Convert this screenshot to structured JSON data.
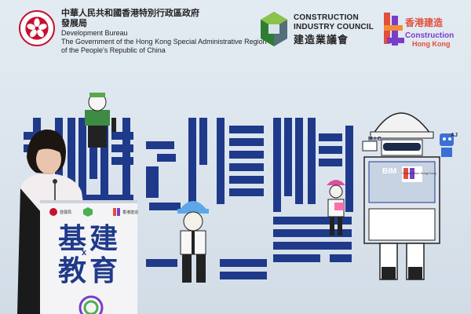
{
  "header": {
    "dev_bureau": {
      "zh_line1": "中華人民共和國香港特別行政區政府",
      "zh_line2": "發展局",
      "en_line1": "Development Bureau",
      "en_line2": "The Government of the Hong Kong Special Administrative Region",
      "en_line3": "of the People's Republic of China"
    },
    "cic": {
      "en_line1": "CONSTRUCTION",
      "en_line2": "INDUSTRY COUNCIL",
      "zh": "建造業議會"
    },
    "hk_construction": {
      "zh": "香港建造",
      "en_line1": "Construction",
      "en_line2": "Hong Kong"
    }
  },
  "artwork": {
    "bim_label": "BIM",
    "mic_label": "M.I.C",
    "ai_label": "AJ",
    "banner_text": "Construction Hong Kong"
  },
  "podium": {
    "title_line1": "基建",
    "title_line2": "教育",
    "title_x": "x",
    "logo1": "發展局",
    "logo2": "香港建造"
  },
  "colors": {
    "navy": "#1f3a8a",
    "sky": "#dbe4ed",
    "brand_red": "#c8102e",
    "accent_orange": "#e24f3b",
    "accent_purple": "#7a3dc8"
  }
}
